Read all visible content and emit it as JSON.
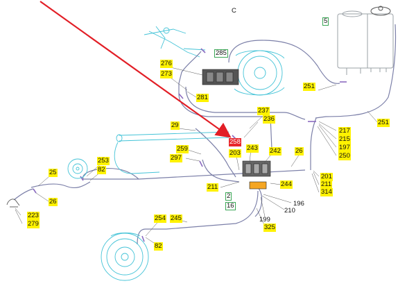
{
  "header": {
    "mark": "C"
  },
  "colors": {
    "outline": "#43c3d7",
    "pipe": "#7b7fa8",
    "hose": "#8a6ac0",
    "arrow": "#e21e26",
    "highlight": "#fff200",
    "callout_red": "#e8262c",
    "callout_green": "#3aa655"
  },
  "labels": [
    {
      "id": "l5",
      "text": "5",
      "style": "g"
    },
    {
      "id": "l285",
      "text": "285",
      "style": "g"
    },
    {
      "id": "l276",
      "text": "276",
      "style": "y"
    },
    {
      "id": "l273",
      "text": "273",
      "style": "y"
    },
    {
      "id": "l281",
      "text": "281",
      "style": "y"
    },
    {
      "id": "l251a",
      "text": "251",
      "style": "y"
    },
    {
      "id": "l251b",
      "text": "251",
      "style": "y"
    },
    {
      "id": "l237",
      "text": "237",
      "style": "y"
    },
    {
      "id": "l236",
      "text": "236",
      "style": "y"
    },
    {
      "id": "l29",
      "text": "29",
      "style": "y"
    },
    {
      "id": "l258",
      "text": "258",
      "style": "r"
    },
    {
      "id": "l217",
      "text": "217",
      "style": "y"
    },
    {
      "id": "l215",
      "text": "215",
      "style": "y"
    },
    {
      "id": "l197",
      "text": "197",
      "style": "y"
    },
    {
      "id": "l250",
      "text": "250",
      "style": "y"
    },
    {
      "id": "l259",
      "text": "259",
      "style": "y"
    },
    {
      "id": "l297",
      "text": "297",
      "style": "y"
    },
    {
      "id": "l203",
      "text": "203",
      "style": "y"
    },
    {
      "id": "l243",
      "text": "243",
      "style": "y"
    },
    {
      "id": "l242",
      "text": "242",
      "style": "y"
    },
    {
      "id": "l26a",
      "text": "26",
      "style": "y"
    },
    {
      "id": "l253",
      "text": "253",
      "style": "y"
    },
    {
      "id": "l82a",
      "text": "82",
      "style": "y"
    },
    {
      "id": "l25",
      "text": "25",
      "style": "y"
    },
    {
      "id": "l211a",
      "text": "211",
      "style": "y"
    },
    {
      "id": "l201",
      "text": "201",
      "style": "y"
    },
    {
      "id": "l211b",
      "text": "211",
      "style": "y"
    },
    {
      "id": "l314",
      "text": "314",
      "style": "y"
    },
    {
      "id": "l244",
      "text": "244",
      "style": "y"
    },
    {
      "id": "l26b",
      "text": "26",
      "style": "y"
    },
    {
      "id": "l2",
      "text": "2",
      "style": "g"
    },
    {
      "id": "l16",
      "text": "16",
      "style": "g"
    },
    {
      "id": "l196",
      "text": "196",
      "style": "p"
    },
    {
      "id": "l210",
      "text": "210",
      "style": "p"
    },
    {
      "id": "l199",
      "text": "199",
      "style": "p"
    },
    {
      "id": "l223",
      "text": "223",
      "style": "y"
    },
    {
      "id": "l279",
      "text": "279",
      "style": "y"
    },
    {
      "id": "l254",
      "text": "254",
      "style": "y"
    },
    {
      "id": "l245",
      "text": "245",
      "style": "y"
    },
    {
      "id": "l325",
      "text": "325",
      "style": "y"
    },
    {
      "id": "l82b",
      "text": "82",
      "style": "y"
    }
  ]
}
